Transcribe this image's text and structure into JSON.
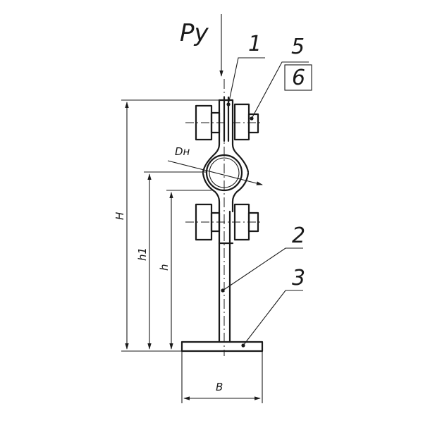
{
  "labels": {
    "load": "Py",
    "part_1": "1",
    "part_2": "2",
    "part_3": "3",
    "part_5": "5",
    "part_6": "6",
    "dim_H": "H",
    "dim_h1": "h1",
    "dim_h": "h",
    "dim_B": "B",
    "dim_Dn": "Dн"
  }
}
